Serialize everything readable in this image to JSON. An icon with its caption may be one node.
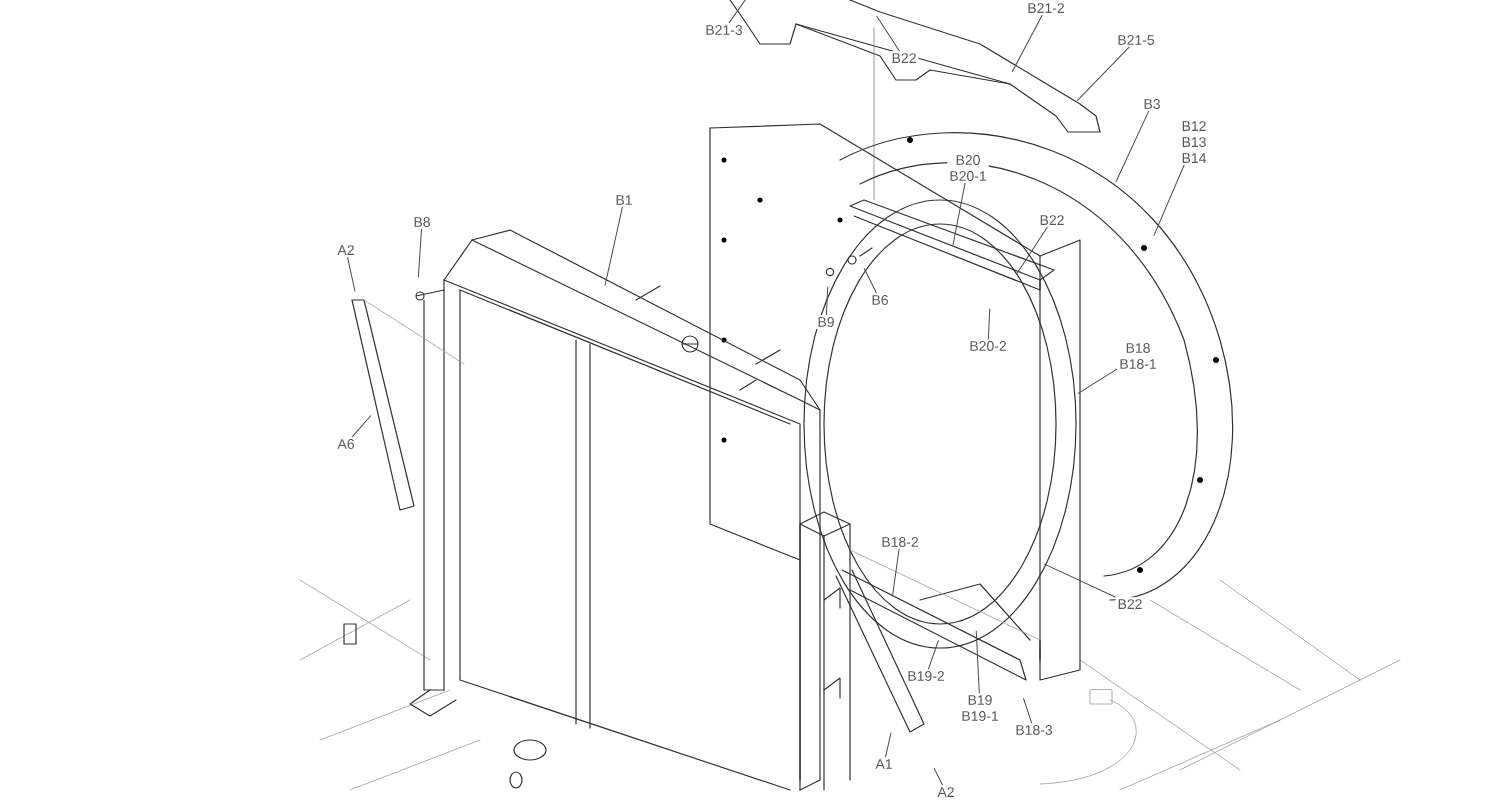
{
  "diagram": {
    "nodes": [
      {
        "text": [
          "B21-3"
        ]
      },
      {
        "text": [
          "B21-2"
        ]
      },
      {
        "text": [
          "B22"
        ]
      },
      {
        "text": [
          "B21-5"
        ]
      },
      {
        "text": [
          "B3"
        ]
      },
      {
        "text": [
          "B12",
          "B13",
          "B14"
        ]
      },
      {
        "text": [
          "B20",
          "B20-1"
        ]
      },
      {
        "text": [
          "B22"
        ]
      },
      {
        "text": [
          "B1"
        ]
      },
      {
        "text": [
          "B8"
        ]
      },
      {
        "text": [
          "A2"
        ]
      },
      {
        "text": [
          "A6"
        ]
      },
      {
        "text": [
          "B6"
        ]
      },
      {
        "text": [
          "B9"
        ]
      },
      {
        "text": [
          "B20-2"
        ]
      },
      {
        "text": [
          "B18",
          "B18-1"
        ]
      },
      {
        "text": [
          "B22"
        ]
      },
      {
        "text": [
          "B18-2"
        ]
      },
      {
        "text": [
          "B19-2"
        ]
      },
      {
        "text": [
          "B19",
          "B19-1"
        ]
      },
      {
        "text": [
          "B18-3"
        ]
      },
      {
        "text": [
          "A1"
        ]
      },
      {
        "text": [
          "A2"
        ]
      }
    ],
    "edges": [
      {
        "from": 0,
        "to": null,
        "arrow": "none"
      },
      {
        "from": 1,
        "to": null,
        "arrow": "none"
      },
      {
        "from": 2,
        "to": null,
        "arrow": "none"
      },
      {
        "from": 3,
        "to": null,
        "arrow": "none"
      },
      {
        "from": 4,
        "to": null,
        "arrow": "none"
      },
      {
        "from": 5,
        "to": null,
        "arrow": "none"
      },
      {
        "from": 6,
        "to": null,
        "arrow": "none"
      },
      {
        "from": 7,
        "to": null,
        "arrow": "none"
      },
      {
        "from": 8,
        "to": null,
        "arrow": "none"
      },
      {
        "from": 9,
        "to": null,
        "arrow": "none"
      },
      {
        "from": 10,
        "to": null,
        "arrow": "none"
      },
      {
        "from": 11,
        "to": null,
        "arrow": "none"
      },
      {
        "from": 12,
        "to": null,
        "arrow": "none"
      },
      {
        "from": 13,
        "to": null,
        "arrow": "none"
      },
      {
        "from": 14,
        "to": null,
        "arrow": "none"
      },
      {
        "from": 15,
        "to": null,
        "arrow": "none"
      },
      {
        "from": 16,
        "to": null,
        "arrow": "none"
      },
      {
        "from": 17,
        "to": null,
        "arrow": "none"
      },
      {
        "from": 18,
        "to": null,
        "arrow": "none"
      },
      {
        "from": 19,
        "to": null,
        "arrow": "none"
      },
      {
        "from": 20,
        "to": null,
        "arrow": "none"
      },
      {
        "from": 21,
        "to": null,
        "arrow": "none"
      },
      {
        "from": 22,
        "to": null,
        "arrow": "none"
      }
    ]
  }
}
